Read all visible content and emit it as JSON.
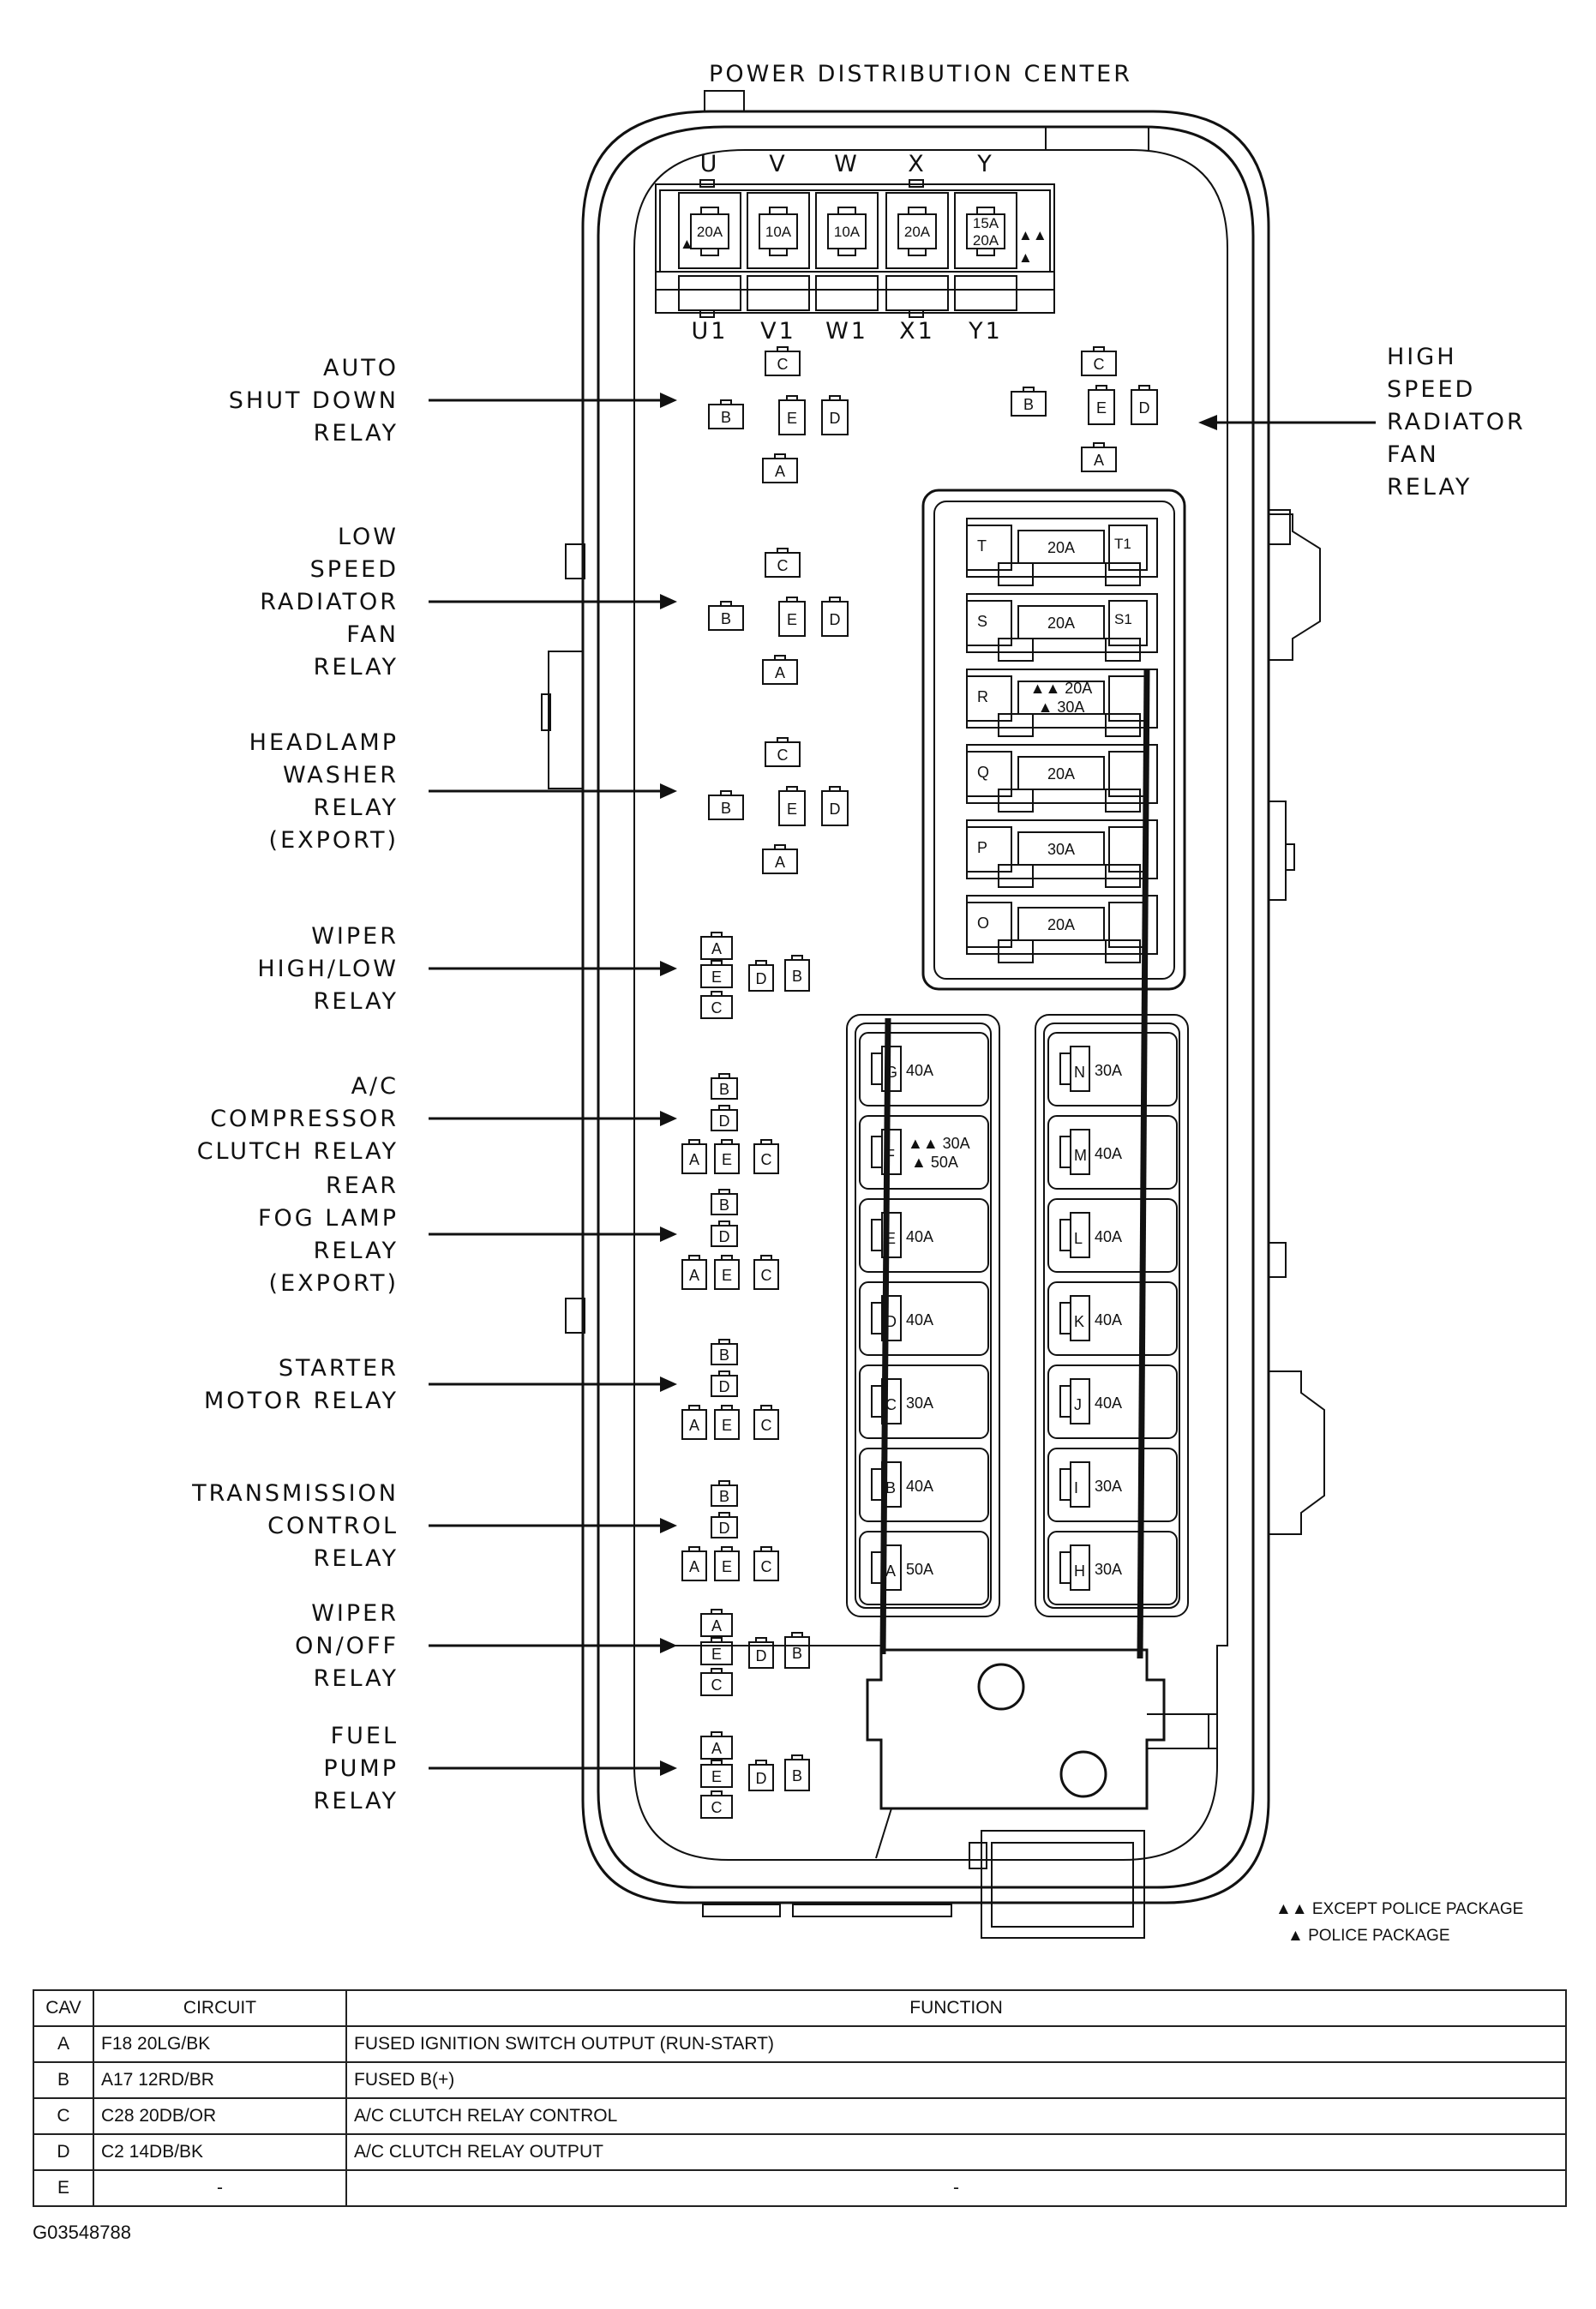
{
  "title": "POWER DISTRIBUTION CENTER",
  "top_fuses": {
    "top_labels": [
      "U",
      "V",
      "W",
      "X",
      "Y"
    ],
    "bottom_labels": [
      "U1",
      "V1",
      "W1",
      "X1",
      "Y1"
    ],
    "ratings": [
      "20A",
      "10A",
      "10A",
      "20A",
      "15A",
      "20A"
    ]
  },
  "relays": [
    {
      "label": "AUTO SHUT DOWN RELAY",
      "lines": [
        "AUTO",
        "SHUT DOWN",
        "RELAY"
      ]
    },
    {
      "label": "LOW SPEED RADIATOR FAN RELAY",
      "lines": [
        "LOW",
        "SPEED",
        "RADIATOR",
        "FAN",
        "RELAY"
      ]
    },
    {
      "label": "HEADLAMP WASHER RELAY (EXPORT)",
      "lines": [
        "HEADLAMP",
        "WASHER",
        "RELAY",
        "(EXPORT)"
      ]
    },
    {
      "label": "WIPER HIGH/LOW RELAY",
      "lines": [
        "WIPER",
        "HIGH/LOW",
        "RELAY"
      ]
    },
    {
      "label": "A/C COMPRESSOR CLUTCH RELAY",
      "lines": [
        "A/C",
        "COMPRESSOR",
        "CLUTCH RELAY"
      ]
    },
    {
      "label": "REAR FOG LAMP RELAY (EXPORT)",
      "lines": [
        "REAR",
        "FOG LAMP",
        "RELAY",
        "(EXPORT)"
      ]
    },
    {
      "label": "STARTER MOTOR RELAY",
      "lines": [
        "STARTER",
        "MOTOR RELAY"
      ]
    },
    {
      "label": "TRANSMISSION CONTROL RELAY",
      "lines": [
        "TRANSMISSION",
        "CONTROL",
        "RELAY"
      ]
    },
    {
      "label": "WIPER ON/OFF RELAY",
      "lines": [
        "WIPER",
        "ON/OFF",
        "RELAY"
      ]
    },
    {
      "label": "FUEL PUMP RELAY",
      "lines": [
        "FUEL",
        "PUMP",
        "RELAY"
      ]
    }
  ],
  "right_relay": {
    "label": "HIGH SPEED RADIATOR FAN RELAY",
    "lines": [
      "HIGH",
      "SPEED",
      "RADIATOR",
      "FAN",
      "RELAY"
    ]
  },
  "pin_letters": [
    "A",
    "B",
    "C",
    "D",
    "E"
  ],
  "mini_fuses": [
    {
      "id": "T",
      "rating": "20A",
      "side": "T1"
    },
    {
      "id": "S",
      "rating": "20A",
      "side": "S1"
    },
    {
      "id": "R",
      "rating": "▲▲ 20A",
      "rating2": "▲ 30A",
      "side": ""
    },
    {
      "id": "Q",
      "rating": "20A",
      "side": ""
    },
    {
      "id": "P",
      "rating": "30A",
      "side": ""
    },
    {
      "id": "O",
      "rating": "20A",
      "side": ""
    }
  ],
  "maxi_fuses_left": [
    {
      "id": "G",
      "rating": "40A"
    },
    {
      "id": "F",
      "rating": "▲▲ 30A",
      "rating2": "▲ 50A"
    },
    {
      "id": "E",
      "rating": "40A"
    },
    {
      "id": "D",
      "rating": "40A"
    },
    {
      "id": "C",
      "rating": "30A"
    },
    {
      "id": "B",
      "rating": "40A"
    },
    {
      "id": "A",
      "rating": "50A"
    }
  ],
  "maxi_fuses_right": [
    {
      "id": "N",
      "rating": "30A"
    },
    {
      "id": "M",
      "rating": "40A"
    },
    {
      "id": "L",
      "rating": "40A"
    },
    {
      "id": "K",
      "rating": "40A"
    },
    {
      "id": "J",
      "rating": "40A"
    },
    {
      "id": "I",
      "rating": "30A"
    },
    {
      "id": "H",
      "rating": "30A"
    }
  ],
  "legend": [
    "▲▲ EXCEPT POLICE PACKAGE",
    "▲ POLICE PACKAGE"
  ],
  "table": {
    "headers": [
      "CAV",
      "CIRCUIT",
      "FUNCTION"
    ],
    "rows": [
      {
        "cav": "A",
        "circuit": "F18 20LG/BK",
        "function": "FUSED IGNITION SWITCH OUTPUT (RUN-START)"
      },
      {
        "cav": "B",
        "circuit": "A17 12RD/BR",
        "function": "FUSED B(+)"
      },
      {
        "cav": "C",
        "circuit": "C28 20DB/OR",
        "function": "A/C CLUTCH RELAY CONTROL"
      },
      {
        "cav": "D",
        "circuit": "C2 14DB/BK",
        "function": "A/C CLUTCH RELAY OUTPUT"
      },
      {
        "cav": "E",
        "circuit": "-",
        "function": "-"
      }
    ]
  },
  "figure_id": "G03548788"
}
